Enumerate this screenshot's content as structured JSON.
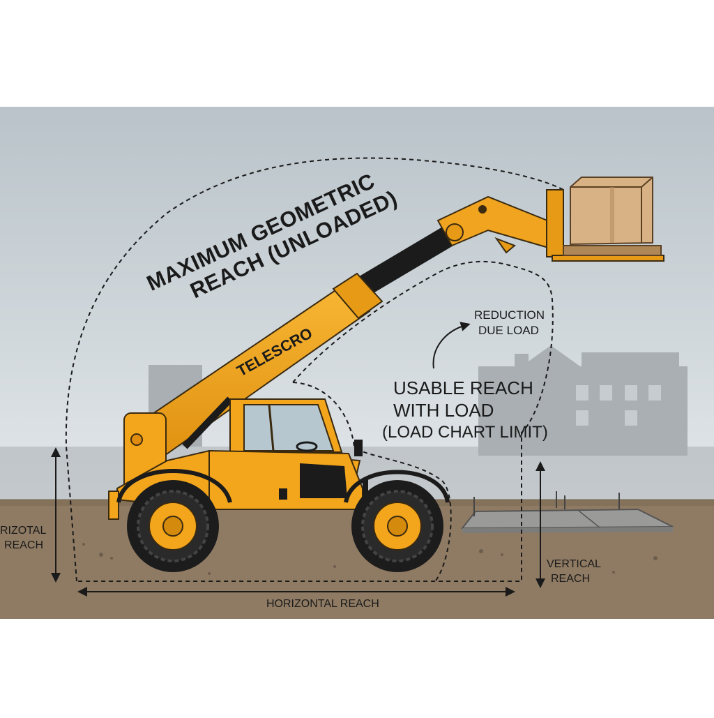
{
  "labels": {
    "max_reach_line1": "MAXIMUM GEOMETRIC",
    "max_reach_line2": "REACH (UNLOADED)",
    "boom_brand": "TELESCRO",
    "reduction_line1": "REDUCTION",
    "reduction_line2": "DUE LOAD",
    "usable_line1": "USABLE REACH",
    "usable_line2": "WITH LOAD",
    "usable_line3": "(LOAD CHART LIMIT)",
    "left_reach_line1": "RIZOTAL",
    "left_reach_line2": "REACH",
    "horizontal_reach": "HORIZONTAL REACH",
    "vertical_line1": "VERTICAL",
    "vertical_line2": "REACH"
  },
  "colors": {
    "sky_top": "#bcc6cc",
    "sky_bottom": "#dfe5e8",
    "ground": "#8f7a62",
    "machine_yellow": "#f3a51c",
    "machine_dark": "#1c1c1c",
    "load_box": "#d8b184",
    "building_silhouette": "#a7adb2"
  },
  "icons": {
    "main_subject": "telehandler-icon",
    "load": "pallet-box-icon",
    "slab": "concrete-slab-icon"
  }
}
